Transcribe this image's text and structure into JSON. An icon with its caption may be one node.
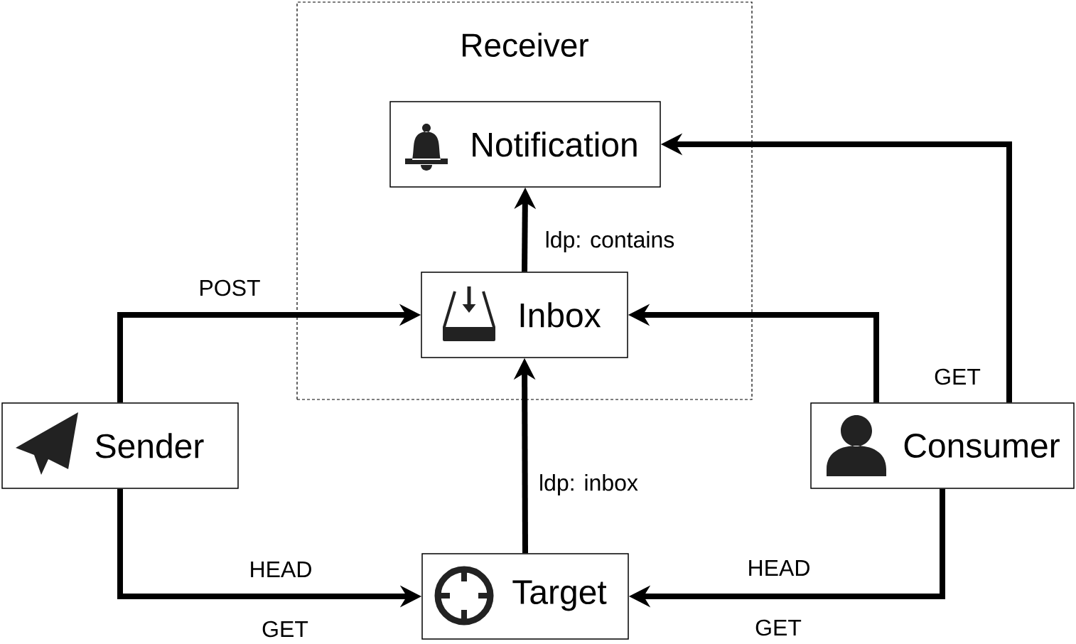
{
  "diagram": {
    "nodes": [
      {
        "text": [
          "Receiver"
        ]
      },
      {
        "text": [
          "Notification"
        ],
        "in": 0
      },
      {
        "text": [
          "Inbox"
        ],
        "in": 0
      },
      {
        "text": [
          "Sender"
        ]
      },
      {
        "text": [
          "Consumer"
        ]
      },
      {
        "text": [
          "Target"
        ]
      }
    ],
    "edges": [
      {
        "from": 3,
        "to": 2,
        "arrow": "to",
        "label": "POST"
      },
      {
        "from": 2,
        "to": 1,
        "arrow": "to",
        "label": "ldp: contains"
      },
      {
        "from": 5,
        "to": 2,
        "arrow": "to",
        "label": "ldp: inbox"
      },
      {
        "from": 4,
        "to": 2,
        "arrow": "to"
      },
      {
        "from": 4,
        "to": 1,
        "arrow": "to",
        "label": "GET"
      },
      {
        "from": 3,
        "to": 5,
        "arrow": "to",
        "label": "HEAD"
      },
      {
        "from": 4,
        "to": 5,
        "arrow": "to",
        "label": "HEAD"
      }
    ],
    "labels": [
      "GET",
      "GET"
    ]
  }
}
